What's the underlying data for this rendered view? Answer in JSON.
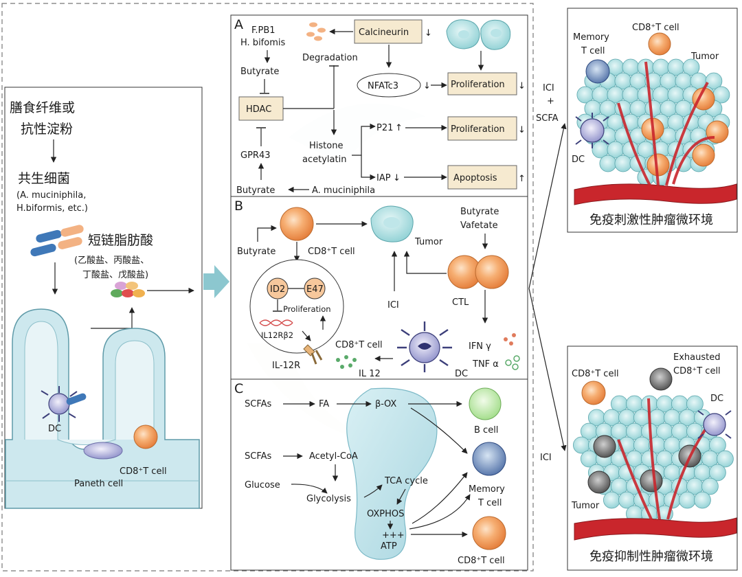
{
  "left": {
    "fiber": [
      "膳食纤维或",
      "抗性淀粉"
    ],
    "bacteria_title": "共生细菌",
    "bacteria_names": [
      "(A. muciniphila,",
      "H.biformis, etc.)"
    ],
    "scfa_title": "短链脂肪酸",
    "scfa_list": [
      "(乙酸盐、丙酸盐、",
      "丁酸盐、戊酸盐)"
    ],
    "dc": "DC",
    "cd8": "CD8⁺T cell",
    "paneth": "Paneth cell"
  },
  "panelA": {
    "letter": "A",
    "fpb1": "F.PB1",
    "hbif": "H. bifomis",
    "degradation": "Degradation",
    "calcineurin": "Calcineurin",
    "butyrate_top": "Butyrate",
    "nfat": "NFATc3",
    "prolif1": "Proliferation",
    "hdac": "HDAC",
    "p21": "P21",
    "prolif2": "Proliferation",
    "histone": [
      "Histone",
      "acetylatin"
    ],
    "gpr43": "GPR43",
    "iap": "IAP",
    "apoptosis": "Apoptosis",
    "butyrate_bottom": "Butyrate",
    "amuc": "A. muciniphila"
  },
  "panelB": {
    "letter": "B",
    "butyrate": "Butyrate",
    "cd8": "CD8⁺T cell",
    "tumor": "Tumor",
    "butyrate2": "Butyrate",
    "vafetate": "Vafetate",
    "id2": "ID2",
    "e47": "E47",
    "proliferation": "Proliferation",
    "il12rb2": "IL12Rβ2",
    "cd8b": "CD8⁺T cell",
    "il12r": "IL-12R",
    "il12": "IL 12",
    "ici": "ICI",
    "ctl": "CTL",
    "dc": "DC",
    "ifn": "IFN γ",
    "tnf": "TNF α"
  },
  "panelC": {
    "letter": "C",
    "scfas1": "SCFAs",
    "fa": "FA",
    "box": "β-OX",
    "bcell": "B cell",
    "scfas2": "SCFAs",
    "acetyl": "Acetyl-CoA",
    "glucose": "Glucose",
    "tca": "TCA cycle",
    "glycolysis": "Glycolysis",
    "memory": [
      "Memory",
      "T cell"
    ],
    "oxphos": "OXPHOS",
    "plus": "+++",
    "atp": "ATP",
    "cd8": "CD8⁺T cell"
  },
  "right": {
    "ici_scfa": [
      "ICI",
      "+",
      "SCFA"
    ],
    "ici": "ICI",
    "top": {
      "memory": [
        "Memory",
        "T cell"
      ],
      "cd8": "CD8⁺T cell",
      "tumor": "Tumor",
      "dc": "DC",
      "caption": "免疫刺激性肿瘤微环境"
    },
    "bottom": {
      "exhausted": [
        "Exhausted",
        "CD8⁺T cell"
      ],
      "cd8": "CD8⁺T cell",
      "dc": "DC",
      "tumor": "Tumor",
      "caption": "免疫抑制性肿瘤微环境"
    }
  },
  "colors": {
    "box_fill": "#f6ead0",
    "orange_cell": "#f2a66a",
    "tumor_cell": "#a9dde0",
    "vessel": "#c9262c"
  }
}
